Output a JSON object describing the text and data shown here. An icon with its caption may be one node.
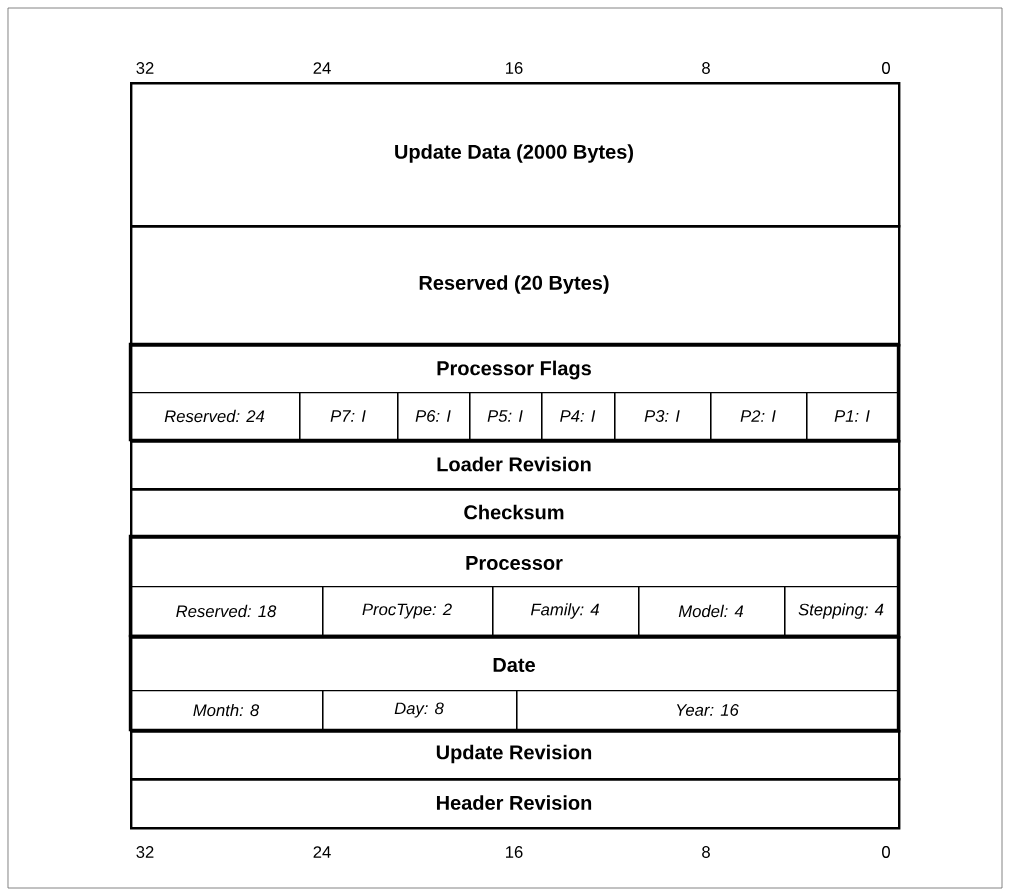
{
  "diagram": {
    "nodes": [
      {
        "text": [
          "Update Data (2000 Bytes)"
        ]
      },
      {
        "text": [
          "Reserved (20 Bytes)"
        ]
      },
      {
        "text": [
          "Processor Flags"
        ]
      },
      {
        "text": [
          "Reserved: 24"
        ],
        "in": 2
      },
      {
        "text": [
          "P7: I"
        ],
        "in": 2
      },
      {
        "text": [
          "P6: I"
        ],
        "in": 2
      },
      {
        "text": [
          "P5: I"
        ],
        "in": 2
      },
      {
        "text": [
          "P4: I"
        ],
        "in": 2
      },
      {
        "text": [
          "P3: I"
        ],
        "in": 2
      },
      {
        "text": [
          "P2: I"
        ],
        "in": 2
      },
      {
        "text": [
          "P1: I"
        ],
        "in": 2
      },
      {
        "text": [
          "Loader Revision"
        ]
      },
      {
        "text": [
          "Checksum"
        ]
      },
      {
        "text": [
          "Processor"
        ]
      },
      {
        "text": [
          "Reserved: 18"
        ],
        "in": 13
      },
      {
        "text": [
          "ProcType: 2"
        ],
        "in": 13
      },
      {
        "text": [
          "Family: 4"
        ],
        "in": 13
      },
      {
        "text": [
          "Model: 4"
        ],
        "in": 13
      },
      {
        "text": [
          "Stepping: 4"
        ],
        "in": 13
      },
      {
        "text": [
          "Date"
        ]
      },
      {
        "text": [
          "Month: 8"
        ],
        "in": 19
      },
      {
        "text": [
          "Day: 8"
        ],
        "in": 19
      },
      {
        "text": [
          "Year: 16"
        ],
        "in": 19
      },
      {
        "text": [
          "Update Revision"
        ]
      },
      {
        "text": [
          "Header Revision"
        ]
      }
    ],
    "labels": [
      "32",
      "24",
      "16",
      "8",
      "0",
      "32",
      "24",
      "16",
      "8",
      "0"
    ]
  }
}
